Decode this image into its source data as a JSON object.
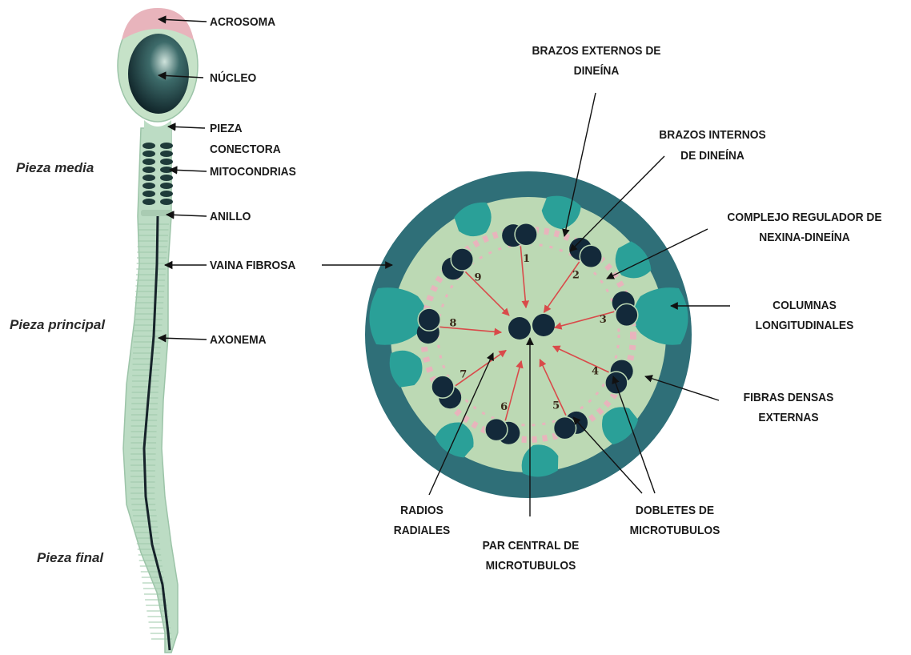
{
  "labels": {
    "acrosoma": "ACROSOMA",
    "nucleo": "NÚCLEO",
    "pieza_conectora": [
      "PIEZA",
      "CONECTORA"
    ],
    "mitocondrias": "MITOCONDRIAS",
    "anillo": "ANILLO",
    "vaina_fibrosa": "VAINA FIBROSA",
    "axonema": "AXONEMA",
    "brazos_externos": [
      "BRAZOS  EXTERNOS DE",
      "DINEÍNA"
    ],
    "brazos_internos": [
      "BRAZOS INTERNOS",
      "DE DINEÍNA"
    ],
    "complejo_regulador": [
      "COMPLEJO REGULADOR DE",
      "NEXINA-DINEÍNA"
    ],
    "columnas": [
      "COLUMNAS",
      "LONGITUDINALES"
    ],
    "fibras_densas": [
      "FIBRAS DENSAS",
      "EXTERNAS"
    ],
    "dobletes": [
      "DOBLETES DE",
      "MICROTUBULOS"
    ],
    "par_central": [
      "PAR CENTRAL DE",
      "MICROTUBULOS"
    ],
    "radios": [
      "RADIOS",
      "RADIALES"
    ]
  },
  "regions": {
    "pieza_media": "Pieza media",
    "pieza_principal": "Pieza principal",
    "pieza_final": "Pieza final"
  },
  "doublet_numbers": [
    "1",
    "2",
    "3",
    "4",
    "5",
    "6",
    "7",
    "8",
    "9"
  ],
  "colors": {
    "sheath": "#2f6f78",
    "matrix": "#bcd9b4",
    "fiber": "#2aa098",
    "tubule": "#13293a",
    "spoke": "#d94a4a",
    "acrosome": "#e8b4bc",
    "tail": "#bcdcc4"
  }
}
